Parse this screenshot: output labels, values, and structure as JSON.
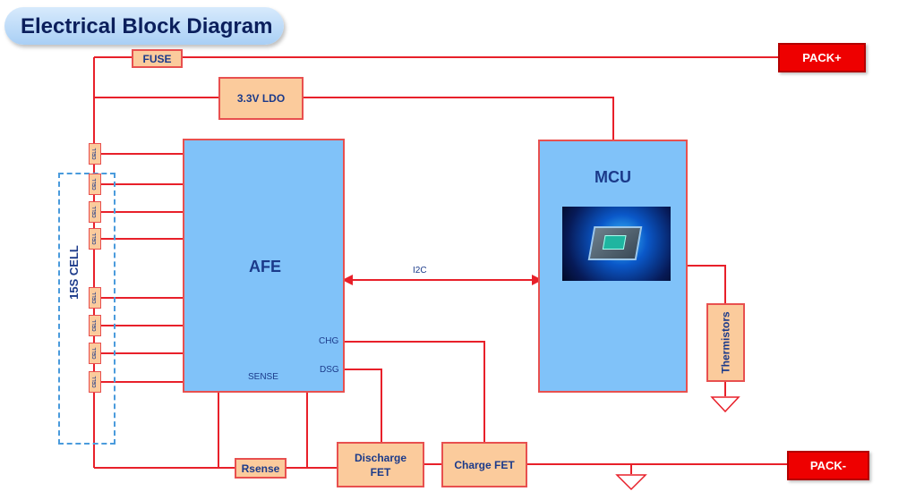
{
  "title": "Electrical Block Diagram",
  "blocks": {
    "fuse": "FUSE",
    "ldo": "3.3V LDO",
    "afe": "AFE",
    "mcu": "MCU",
    "thermistors": "Thermistors",
    "rsense": "Rsense",
    "discharge_fet": "Discharge FET",
    "charge_fet": "Charge FET",
    "pack_plus": "PACK+",
    "pack_minus": "PACK-"
  },
  "afe_pins": {
    "chg": "CHG",
    "dsg": "DSG",
    "sense": "SENSE"
  },
  "bus_label": "I2C",
  "cells": {
    "group_label": "15S CELL",
    "items": [
      "CELL",
      "CELL",
      "CELL",
      "CELL",
      "CELL",
      "CELL",
      "CELL",
      "CELL"
    ]
  },
  "colors": {
    "wire": "#e8202a",
    "block_orange": "#fbcb9c",
    "block_blue": "#80c2f9",
    "pack_red": "#ee0000",
    "title_bg": "#a9cff5"
  },
  "icons": {
    "ground": "ground-symbol",
    "mcu_image": "microchip-image"
  }
}
